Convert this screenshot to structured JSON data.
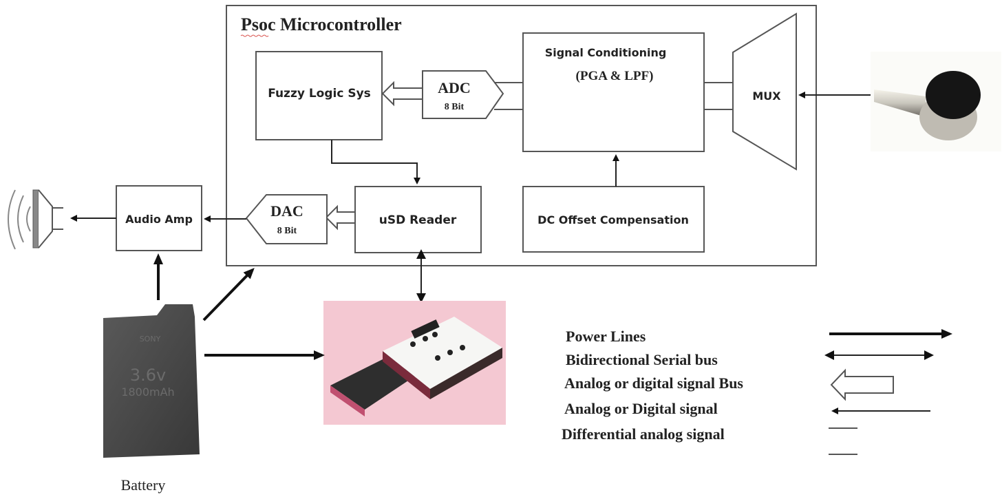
{
  "diagram": {
    "container_title": "Psoc Microcontroller",
    "blocks": {
      "fuzzy_logic": "Fuzzy Logic Sys",
      "adc": {
        "label": "ADC",
        "sub": "8 Bit"
      },
      "signal_conditioning": {
        "line1": "Signal Conditioning",
        "line2": "(PGA & LPF)"
      },
      "mux": "MUX",
      "dac": {
        "label": "DAC",
        "sub": "8 Bit"
      },
      "usd_reader": "uSD Reader",
      "dc_offset": "DC Offset Compensation",
      "audio_amp": "Audio Amp"
    },
    "components": {
      "speaker": "speaker",
      "microphone": "microphone",
      "battery": {
        "caption": "Battery",
        "brand": "SONY",
        "voltage": "3.6v",
        "capacity": "1800mAh"
      },
      "sd_card": "microSD card and reader"
    },
    "legend": [
      {
        "label": "Power Lines",
        "symbol": "power-line"
      },
      {
        "label": "Bidirectional Serial bus",
        "symbol": "bidirectional-arrow"
      },
      {
        "label": "Analog or digital signal Bus",
        "symbol": "hollow-bus-arrow"
      },
      {
        "label": "Analog or Digital signal",
        "symbol": "thin-arrow"
      },
      {
        "label": "Differential analog signal",
        "symbol": "double-line"
      }
    ],
    "colors": {
      "stroke": "#555555",
      "power": "#111111",
      "sd_background": "#f4c8d2",
      "battery_body": "#4a4a4a",
      "title_underline": "#d9534f"
    }
  }
}
